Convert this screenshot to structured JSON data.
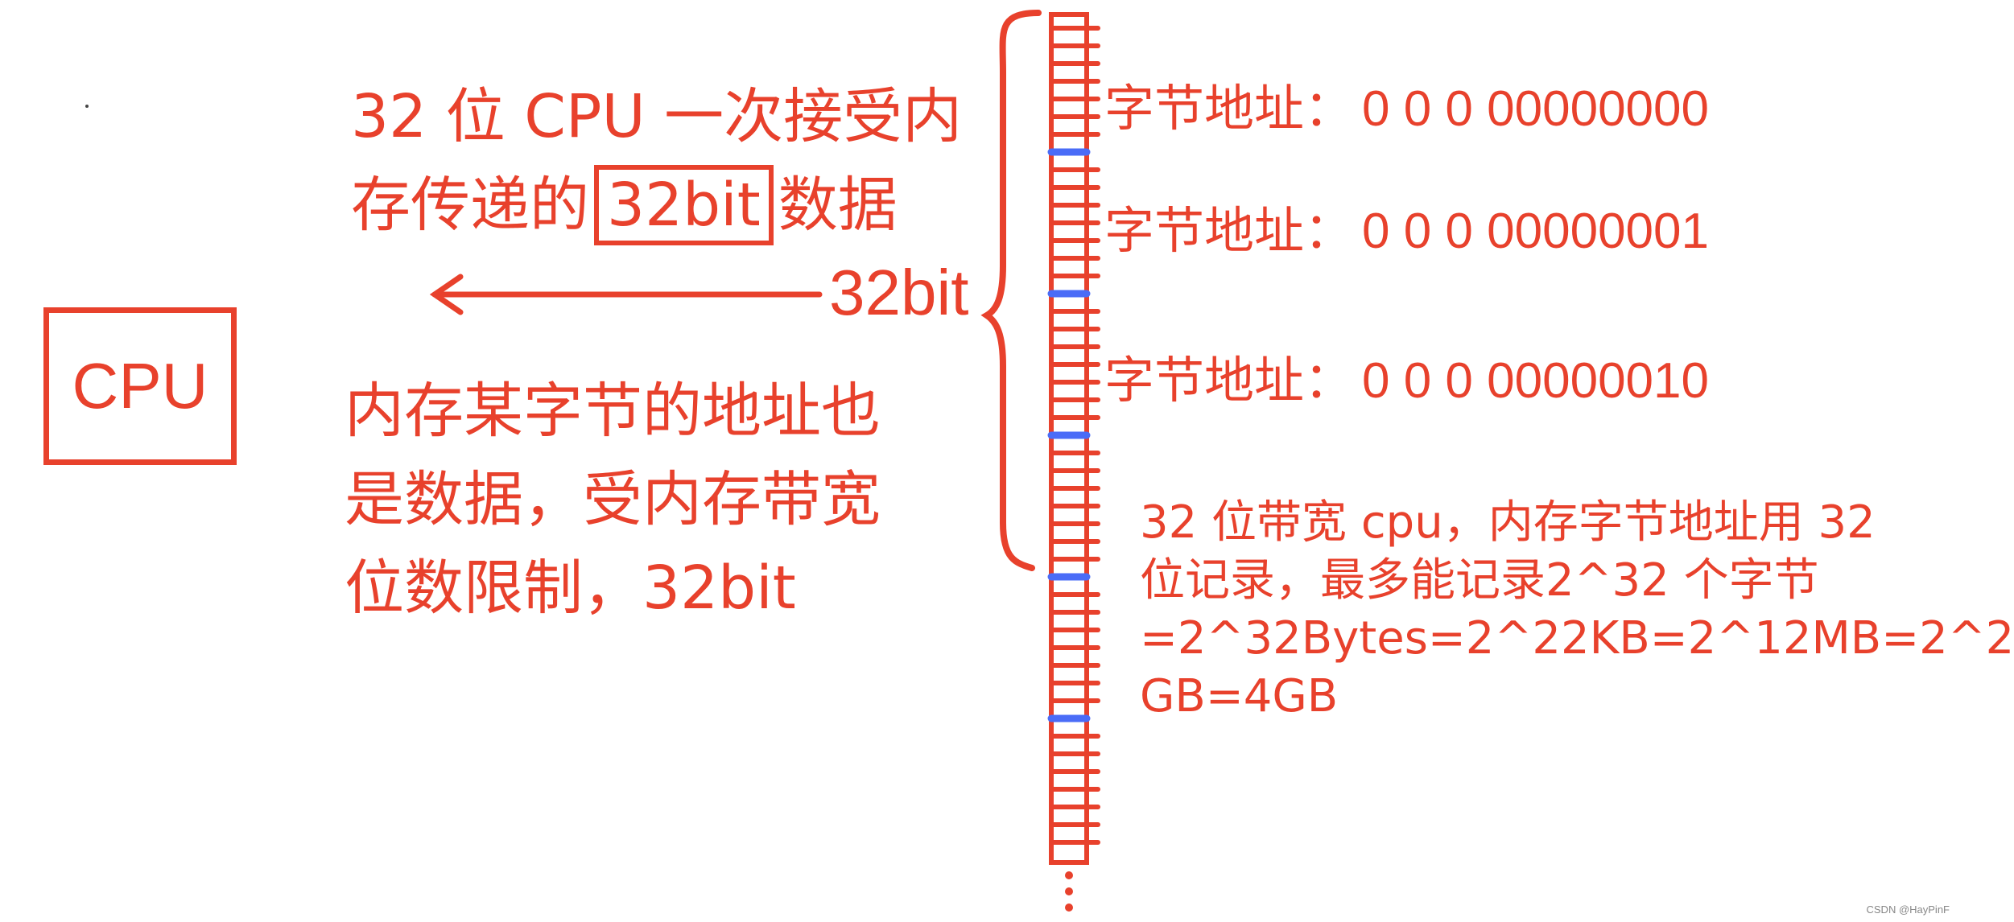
{
  "cpu_label": "CPU",
  "left_text": {
    "line1": "32 位 CPU 一次接受内",
    "line2_prefix": "存传递的",
    "line2_boxed": "32bit",
    "line2_suffix": "数据"
  },
  "arrow_label": "32bit",
  "lower_text": {
    "line1": "内存某字节的地址也",
    "line2": "是数据，受内存带宽",
    "line3": "位数限制，32bit"
  },
  "addresses": [
    {
      "label": "字节地址：",
      "value": "0 0 0 00000000"
    },
    {
      "label": "字节地址：",
      "value": "0 0 0 00000001"
    },
    {
      "label": "字节地址：",
      "value": "0 0 0 00000010"
    }
  ],
  "note": {
    "line1": "32 位带宽 cpu，内存字节地址用 32",
    "line2": "位记录，最多能记录2^32 个字节",
    "line3": "=2^32Bytes=2^22KB=2^12MB=2^2",
    "line4": "GB=4GB"
  },
  "colors": {
    "primary": "#e8412c",
    "highlight": "#4a6cf7"
  },
  "watermark": "CSDN @HayPinF"
}
